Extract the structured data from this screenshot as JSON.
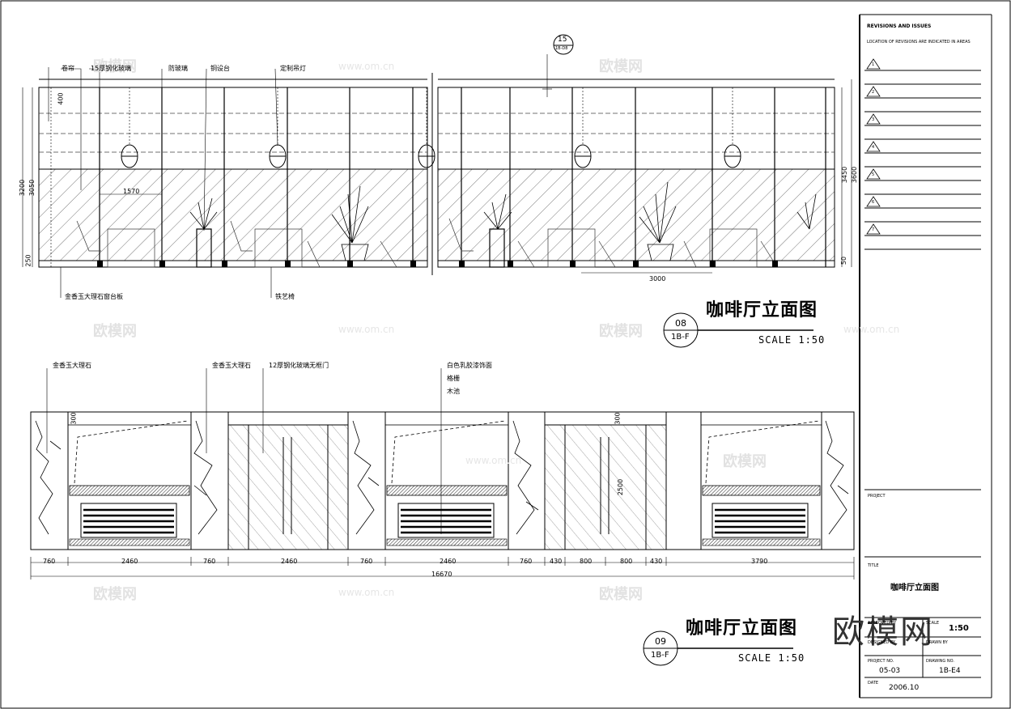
{
  "watermark": {
    "text": "欧模网",
    "url": "www.om.cn"
  },
  "elevation_08": {
    "title": "咖啡厅立面图",
    "scale": "SCALE 1:50",
    "tag_num": "08",
    "tag_ref": "1B-F",
    "callout_num": "15",
    "callout_ref": "1B-D8",
    "labels": [
      "卷帘",
      "15厚钢化玻璃",
      "防玻璃",
      "铜设台",
      "定制吊灯",
      "金香玉大理石窗台板",
      "铁艺椅"
    ],
    "dims_left": [
      "400",
      "3050",
      "3200",
      "250"
    ],
    "dims_right": [
      "3450",
      "3600",
      "50"
    ],
    "dim_1570": "1570",
    "dim_3000": "3000"
  },
  "elevation_09": {
    "title": "咖啡厅立面图",
    "scale": "SCALE 1:50",
    "tag_num": "09",
    "tag_ref": "1B-F",
    "labels": [
      "金香玉大理石",
      "金香玉大理石",
      "12厚钢化玻璃无框门",
      "白色乳胶漆饰面",
      "格栅",
      "木池"
    ],
    "dims": [
      "760",
      "2460",
      "760",
      "2460",
      "760",
      "2460",
      "760",
      "430",
      "800",
      "800",
      "430",
      "3790"
    ],
    "total": "16670",
    "dim_300a": "300",
    "dim_300b": "300",
    "dim_2500": "2500"
  },
  "title_block": {
    "revisions_heading": "REVISIONS AND ISSUES",
    "revisions_sub": "LOCATION OF REVISIONS ARE INDICATED IN AREAS",
    "revisions": [
      "1",
      "2",
      "3",
      "4",
      "5",
      "6",
      "7"
    ],
    "project_label": "PROJECT",
    "title_label": "TITLE",
    "title_value": "咖啡厅立面图",
    "approved_label": "APPROVED BY",
    "scale_label": "SCALE",
    "scale_value": "1:50",
    "designed_label": "DESIGNED BY",
    "drawn_label": "DRAWN BY",
    "project_no_label": "PROJECT NO.",
    "project_no": "05-03",
    "drawing_no_label": "DRAWING NO.",
    "drawing_no": "1B-E4",
    "date_label": "DATE",
    "date": "2006.10"
  }
}
